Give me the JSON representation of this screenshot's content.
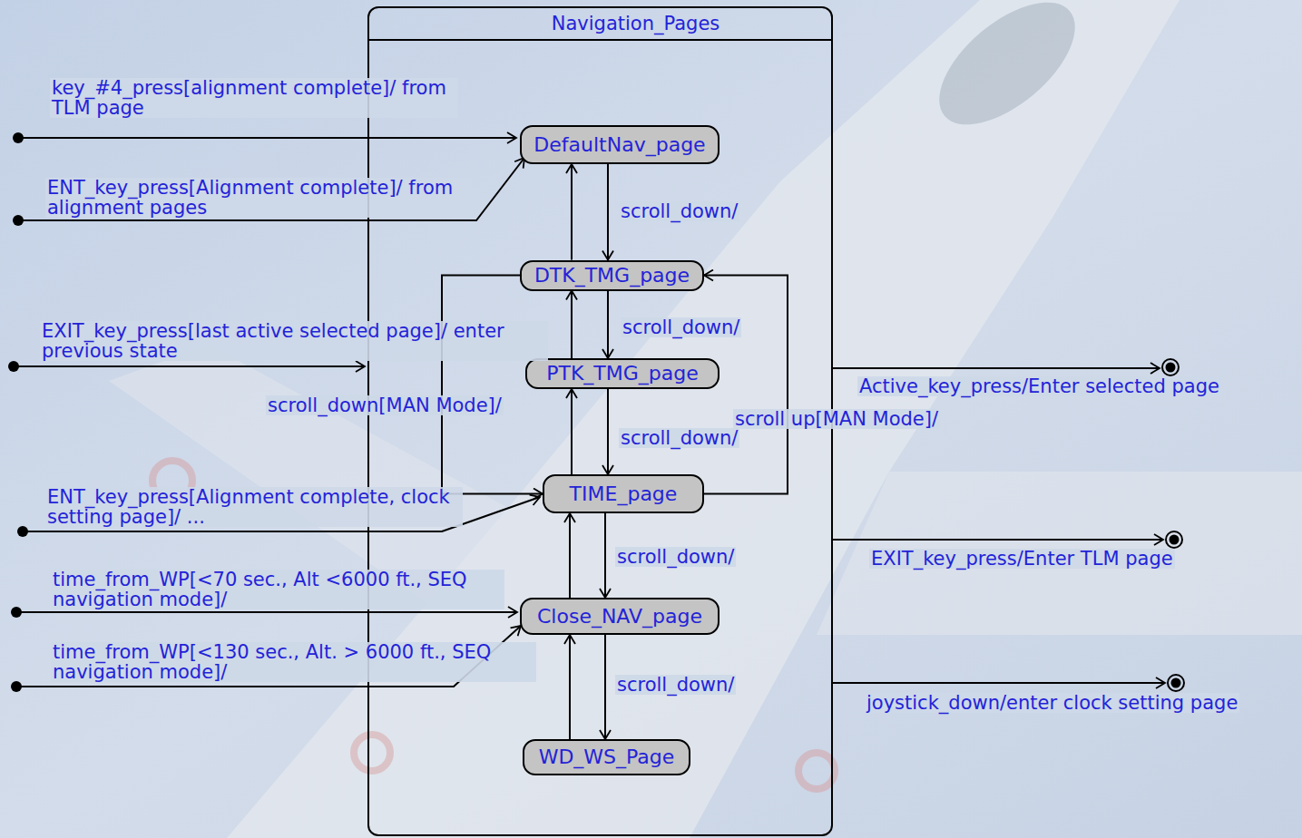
{
  "diagram": {
    "nodes": [
      {
        "text": [
          "Navigation_Pages"
        ]
      },
      {
        "text": [
          "DefaultNav_page"
        ],
        "in": 0
      },
      {
        "text": [
          "DTK_TMG_page"
        ],
        "in": 0
      },
      {
        "text": [
          "PTK_TMG_page"
        ],
        "in": 0
      },
      {
        "text": [
          "TIME_page"
        ],
        "in": 0
      },
      {
        "text": [
          "Close_NAV_page"
        ],
        "in": 0
      },
      {
        "text": [
          "WD_WS_Page"
        ],
        "in": 0
      }
    ],
    "edges": [
      {
        "from": 1,
        "to": 2,
        "arrow": "to",
        "label": "scroll_down/"
      },
      {
        "from": 2,
        "to": 1,
        "arrow": "to"
      },
      {
        "from": 2,
        "to": 3,
        "arrow": "to",
        "label": "scroll_down/"
      },
      {
        "from": 3,
        "to": 2,
        "arrow": "to"
      },
      {
        "from": 3,
        "to": 4,
        "arrow": "to",
        "label": "scroll_down/"
      },
      {
        "from": 4,
        "to": 3,
        "arrow": "to"
      },
      {
        "from": 4,
        "to": 5,
        "arrow": "to",
        "label": "scroll_down/"
      },
      {
        "from": 5,
        "to": 4,
        "arrow": "to"
      },
      {
        "from": 5,
        "to": 6,
        "arrow": "to",
        "label": "scroll_down/"
      },
      {
        "from": 6,
        "to": 5,
        "arrow": "to"
      },
      {
        "from": 2,
        "to": 4,
        "arrow": "to",
        "label": "scroll_down[MAN Mode]/"
      },
      {
        "from": 4,
        "to": 2,
        "arrow": "to",
        "label": "scroll up[MAN Mode]/"
      }
    ],
    "labels": [
      "key_#4_press[alignment complete]/ from TLM page",
      "ENT_key_press[Alignment complete]/ from alignment pages",
      "EXIT_key_press[last active selected page]/ enter previous state",
      "ENT_key_press[Alignment complete, clock setting page]/ ...",
      "time_from_WP[<70 sec., Alt <6000 ft., SEQ navigation mode]/",
      "time_from_WP[<130 sec., Alt. > 6000 ft., SEQ navigation mode]/",
      "Active_key_press/Enter selected page",
      "EXIT_key_press/Enter TLM page",
      "joystick_down/enter clock setting page"
    ]
  }
}
